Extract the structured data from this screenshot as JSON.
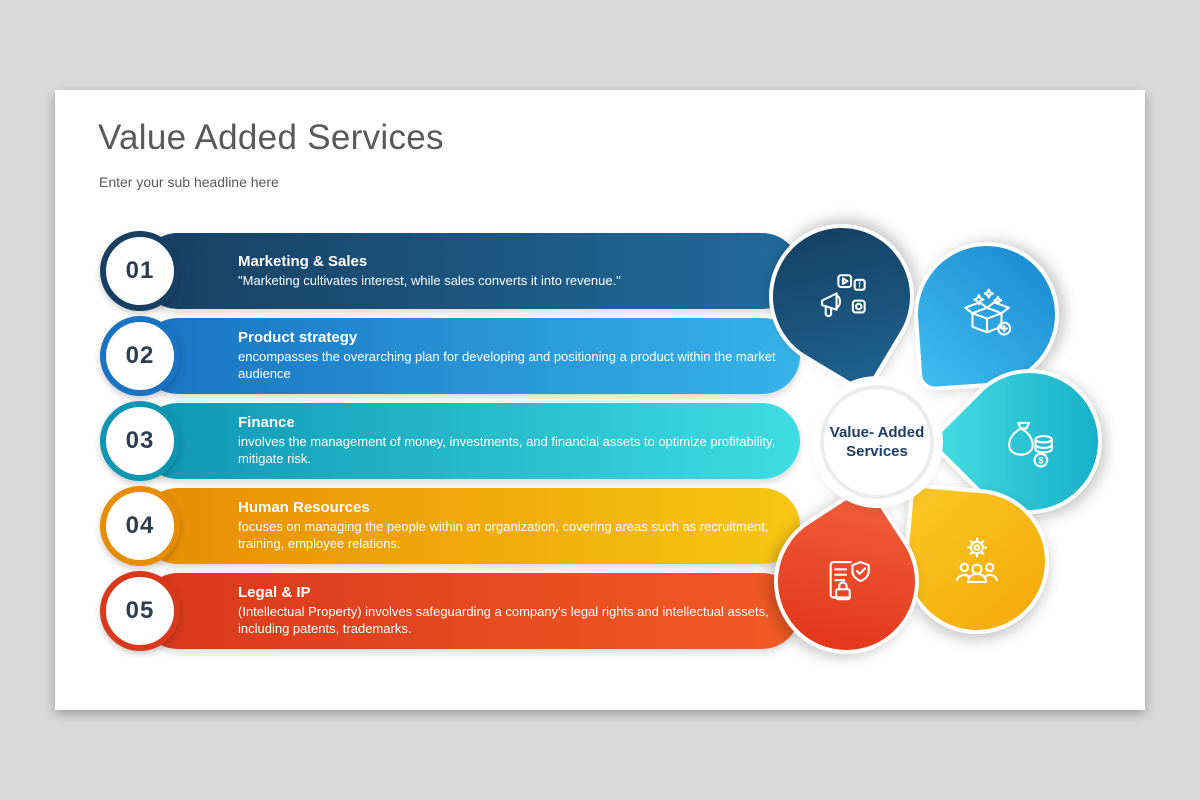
{
  "page": {
    "title": "Value Added Services",
    "subtitle": "Enter your sub headline here",
    "background_color": "#d9d9d9",
    "card_color": "#ffffff"
  },
  "center_badge": {
    "label": "Value- Added Services",
    "text_color": "#1c3e63"
  },
  "items": [
    {
      "number": "01",
      "title": "Marketing & Sales",
      "description": "\"Marketing cultivates interest, while sales converts it into revenue.\"",
      "icon": "marketing-icon",
      "color_start": "#163f61",
      "color_end": "#226b9c",
      "petal_start": "#1f6391",
      "petal_end": "#133c5d"
    },
    {
      "number": "02",
      "title": "Product strategy",
      "description": "encompasses the overarching plan for developing and positioning a product within the market audience",
      "icon": "product-icon",
      "color_start": "#1973c2",
      "color_end": "#36b3e8",
      "petal_start": "#41bdf0",
      "petal_end": "#1787cf"
    },
    {
      "number": "03",
      "title": "Finance",
      "description": "involves the management of money, investments, and financial assets to optimize profitability, mitigate risk.",
      "icon": "finance-icon",
      "color_start": "#0e96b2",
      "color_end": "#3edde2",
      "petal_start": "#45dde4",
      "petal_end": "#0fa8c2"
    },
    {
      "number": "04",
      "title": "Human Resources",
      "description": "focuses on managing the people within an organization, covering areas such as recruitment, training, employee relations.",
      "icon": "human-resources-icon",
      "color_start": "#e78c05",
      "color_end": "#f8c713",
      "petal_start": "#fbc824",
      "petal_end": "#f3a808"
    },
    {
      "number": "05",
      "title": "Legal & IP",
      "description": "(Intellectual Property) involves safeguarding a company's legal rights and intellectual assets, including patents, trademarks.",
      "icon": "legal-ip-icon",
      "color_start": "#d8381c",
      "color_end": "#f15b25",
      "petal_start": "#f2603c",
      "petal_end": "#e03014"
    }
  ]
}
